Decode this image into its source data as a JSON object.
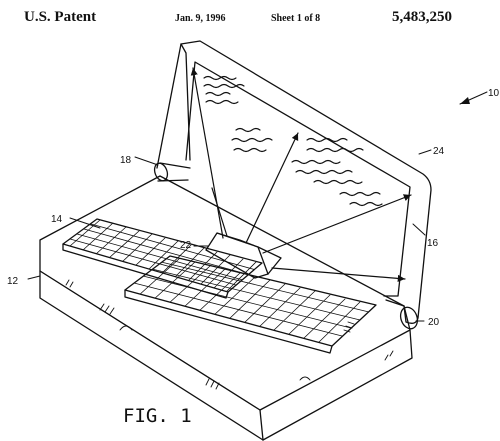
{
  "header": {
    "title": "U.S. Patent",
    "date": "Jan. 9, 1996",
    "sheet": "Sheet 1 of 8",
    "patent_number": "5,483,250"
  },
  "figure": {
    "label": "FIG. 1",
    "refs": {
      "r10": "10",
      "r12": "12",
      "r14": "14",
      "r16": "16",
      "r18": "18",
      "r20": "20",
      "r22": "22",
      "r24": "24"
    }
  },
  "colors": {
    "ink": "#111111",
    "paper": "#ffffff"
  }
}
